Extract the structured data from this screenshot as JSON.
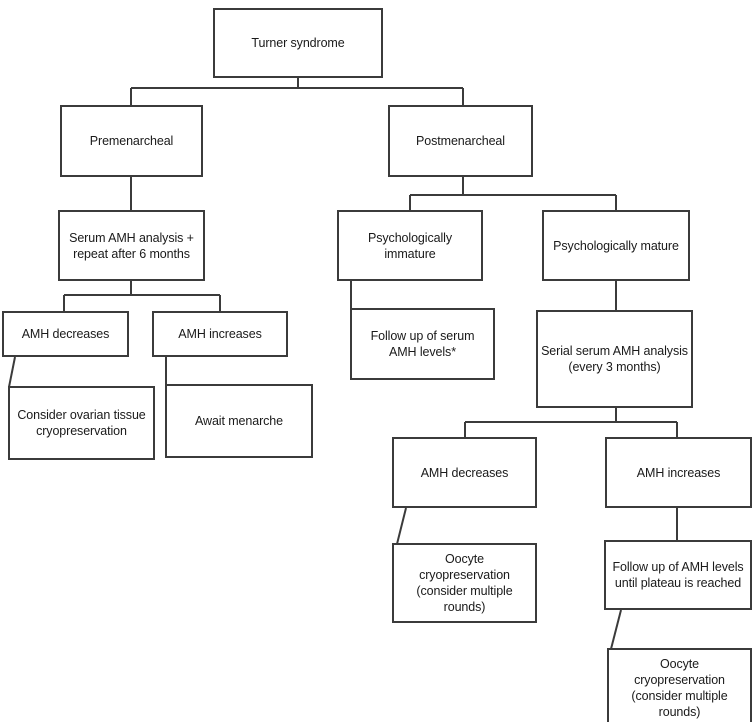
{
  "diagram": {
    "title": "Turner syndrome fertility preservation decision flowchart",
    "background_color": "#ffffff",
    "line_color": "#3b3b3b",
    "text_color": "#1a1a1a",
    "footnote_marker": "*",
    "nodes": [
      {
        "id": "root",
        "label": "Turner syndrome"
      },
      {
        "id": "premenarcheal",
        "label": "Premenarcheal"
      },
      {
        "id": "postmenarcheal",
        "label": "Postmenarcheal"
      },
      {
        "id": "serum-amh",
        "label": "Serum AMH analysis +\nrepeat after 6 months"
      },
      {
        "id": "amh-dec-left",
        "label": "AMH decreases"
      },
      {
        "id": "amh-inc-left",
        "label": "AMH increases"
      },
      {
        "id": "ovarian-tissue",
        "label": "Consider ovarian tissue\ncryopreservation"
      },
      {
        "id": "await-menarche",
        "label": "Await menarche"
      },
      {
        "id": "psych-immature",
        "label": "Psychologically\nimmature"
      },
      {
        "id": "psych-mature",
        "label": "Psychologically mature"
      },
      {
        "id": "follow-up-serum",
        "label": "Follow up of serum\nAMH levels*"
      },
      {
        "id": "serial-amh",
        "label": "Serial serum AMH analysis\n(every 3 months)"
      },
      {
        "id": "amh-dec-right",
        "label": "AMH decreases"
      },
      {
        "id": "amh-inc-right",
        "label": "AMH increases"
      },
      {
        "id": "oocyte-left",
        "label": "Oocyte\ncryopreservation\n(consider multiple\nrounds)"
      },
      {
        "id": "follow-plateau",
        "label": "Follow up of AMH levels\nuntil plateau is reached"
      },
      {
        "id": "oocyte-right",
        "label": "Oocyte\ncryopreservation\n(consider multiple\nrounds)"
      }
    ]
  }
}
